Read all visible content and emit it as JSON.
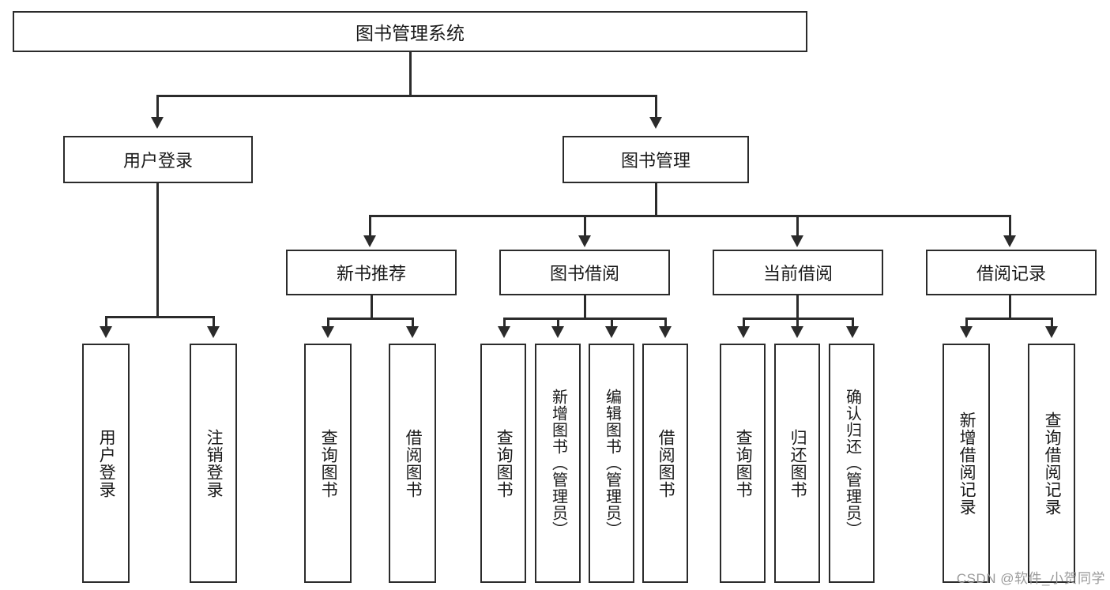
{
  "diagram": {
    "type": "tree-hierarchy",
    "title": "图书管理系统",
    "orientation": "top-down",
    "background_color": "#ffffff",
    "line_color": "#2b2b2b",
    "text_color": "#1a1a1a",
    "levels": 4
  },
  "root": {
    "label": "图书管理系统"
  },
  "level2": [
    {
      "label": "用户登录"
    },
    {
      "label": "图书管理"
    }
  ],
  "level3": [
    {
      "label": "新书推荐"
    },
    {
      "label": "图书借阅"
    },
    {
      "label": "当前借阅"
    },
    {
      "label": "借阅记录"
    }
  ],
  "leaves": {
    "user_login": [
      {
        "label": "用户登录"
      },
      {
        "label": "注销登录"
      }
    ],
    "new_book_recommend": [
      {
        "label": "查询图书"
      },
      {
        "label": "借阅图书"
      }
    ],
    "book_borrow": [
      {
        "label": "查询图书"
      },
      {
        "label": "新增图书（管理员）"
      },
      {
        "label": "编辑图书（管理员）"
      },
      {
        "label": "借阅图书"
      }
    ],
    "current_borrow": [
      {
        "label": "查询图书"
      },
      {
        "label": "归还图书"
      },
      {
        "label": "确认归还（管理员）"
      }
    ],
    "borrow_record": [
      {
        "label": "新增借阅记录"
      },
      {
        "label": "查询借阅记录"
      }
    ]
  },
  "watermark": {
    "text": "CSDN @软件_小贺同学",
    "color": "#9a9a9a"
  }
}
